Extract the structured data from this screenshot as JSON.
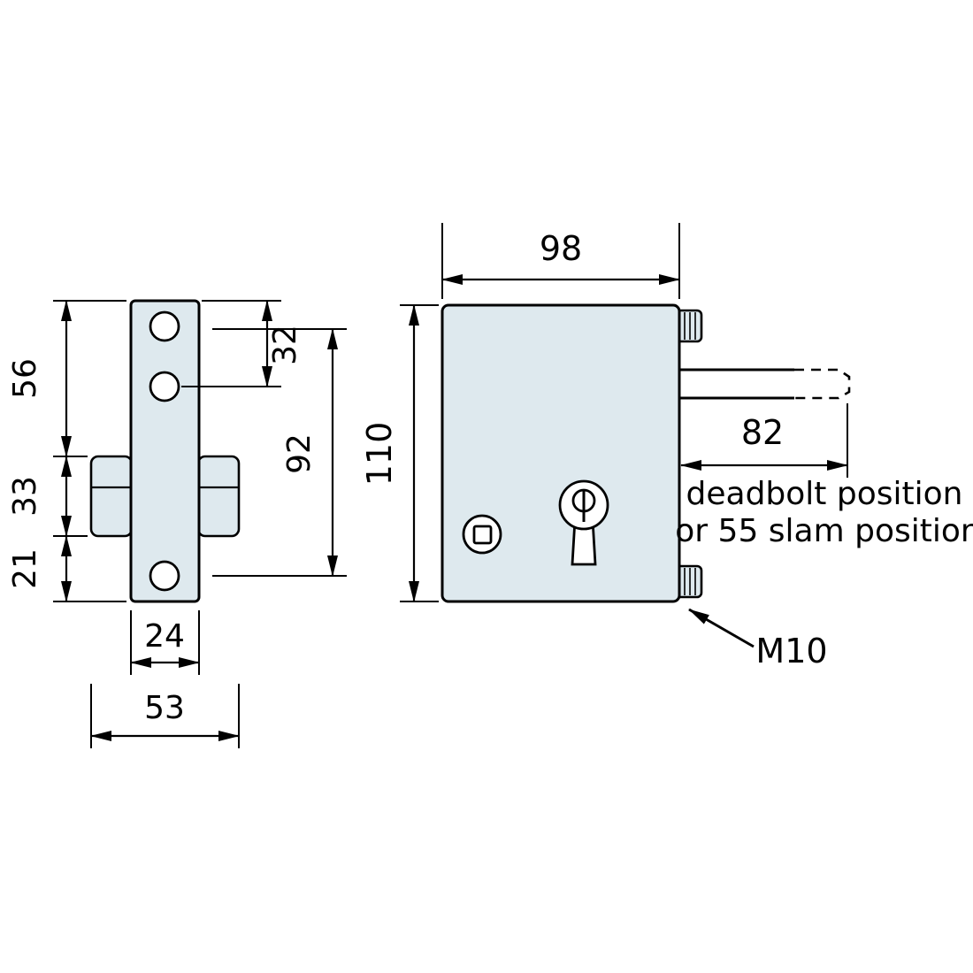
{
  "drawing": {
    "side_view": {
      "dim_56": "56",
      "dim_33": "33",
      "dim_21": "21",
      "dim_32": "32",
      "dim_92": "92",
      "dim_24": "24",
      "dim_53": "53"
    },
    "front_view": {
      "dim_98": "98",
      "dim_110": "110",
      "dim_82": "82",
      "note_line1": "deadbolt position",
      "note_line2": "or 55 slam position",
      "thread_label": "M10"
    },
    "colors": {
      "body_fill": "#dee9ee",
      "outline": "#000000",
      "background": "#ffffff"
    }
  }
}
